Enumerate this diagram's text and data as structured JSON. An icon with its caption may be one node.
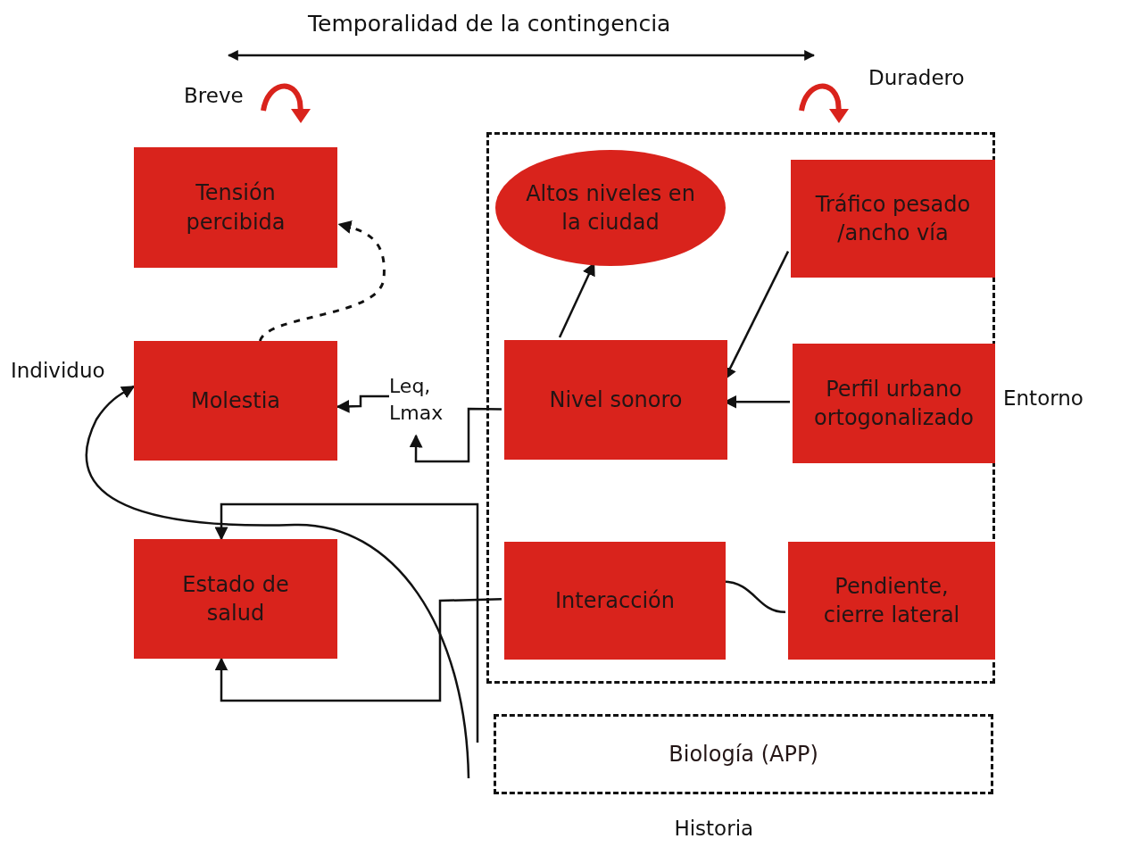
{
  "diagram": {
    "nodes": [
      {
        "text": [
          "Tensión percibida"
        ]
      },
      {
        "text": [
          "Molestia"
        ]
      },
      {
        "text": [
          "Estado de salud"
        ]
      },
      {
        "text": [],
        "shape": "box",
        "beside": [
          "Entorno"
        ]
      },
      {
        "text": [
          "Altos niveles en la ciudad"
        ],
        "in": 3
      },
      {
        "text": [
          "Tráfico pesado /ancho vía"
        ],
        "in": 3
      },
      {
        "text": [
          "Nivel sonoro"
        ],
        "in": 3
      },
      {
        "text": [
          "Perfil urbano ortogonalizado"
        ],
        "in": 3
      },
      {
        "text": [
          "Interacción"
        ],
        "in": 3
      },
      {
        "text": [
          "Pendiente, cierre lateral"
        ],
        "in": 3
      },
      {
        "text": [
          "Biología (APP)"
        ],
        "beside": [
          "Historia"
        ]
      },
      {
        "text": [
          "Leq, Lmax"
        ]
      }
    ],
    "edges": [
      {
        "from": 1,
        "to": 0,
        "arrow": "to",
        "style": "dashed"
      },
      {
        "from": 6,
        "to": 4,
        "arrow": "to"
      },
      {
        "from": 5,
        "to": 6,
        "arrow": "to"
      },
      {
        "from": 7,
        "to": 6,
        "arrow": "to"
      },
      {
        "from": 9,
        "to": 8,
        "arrow": "none"
      },
      {
        "from": 6,
        "to": 11,
        "arrow": "to"
      },
      {
        "from": 11,
        "to": 1,
        "arrow": "to"
      },
      {
        "from": 8,
        "to": 2,
        "arrow": "to"
      },
      {
        "from": null,
        "to": 2,
        "arrow": "to"
      },
      {
        "from": null,
        "to": 1,
        "arrow": "to"
      }
    ],
    "labels": [
      "Temporalidad de la contingencia",
      "Breve",
      "Duradero",
      "Individuo"
    ]
  }
}
